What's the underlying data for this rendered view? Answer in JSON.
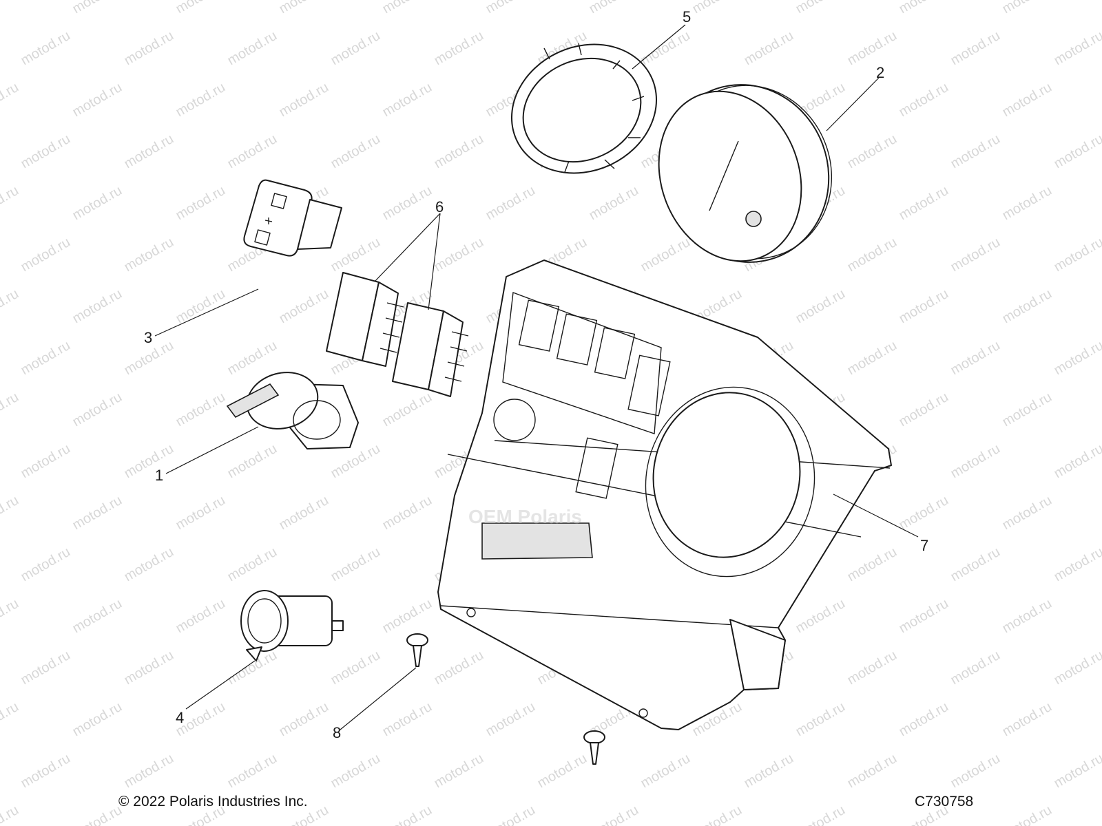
{
  "watermark": "motod.ru",
  "brand_watermark": "OEM Polaris",
  "footer": {
    "copyright": "© 2022 Polaris Industries Inc.",
    "drawing_id": "C730758"
  },
  "callouts": [
    {
      "id": "1",
      "label": "1"
    },
    {
      "id": "2",
      "label": "2"
    },
    {
      "id": "3",
      "label": "3"
    },
    {
      "id": "4",
      "label": "4"
    },
    {
      "id": "5",
      "label": "5"
    },
    {
      "id": "6",
      "label": "6"
    },
    {
      "id": "7",
      "label": "7"
    },
    {
      "id": "8",
      "label": "8"
    }
  ]
}
